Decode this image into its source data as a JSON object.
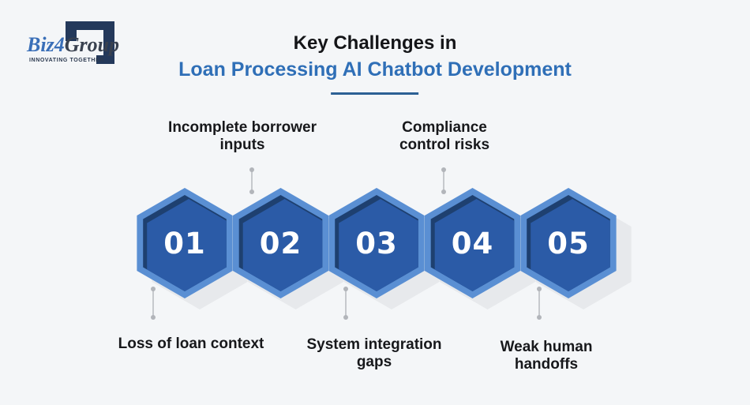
{
  "page": {
    "background_color": "#f4f6f8"
  },
  "logo": {
    "brand_part1": "Biz",
    "brand_part2": "4",
    "brand_part3": "Group",
    "tagline": "INNOVATING TOGETHER",
    "colors": {
      "blue": "#3a6fb8",
      "dark": "#39414f",
      "bracket": "#24395b"
    }
  },
  "title": {
    "line1": "Key Challenges in",
    "line2": "Loan Processing AI Chatbot Development",
    "text_color": "#141518",
    "accent_color": "#2f6fb7",
    "underline_color": "#2c6094"
  },
  "hex_style": {
    "border_color": "#5a8fd3",
    "fill_color": "#2b5ba7",
    "bevel_color": "#1e4070",
    "shadow_color": "#e7e9ec",
    "number_color": "#ffffff"
  },
  "connector_color": "#c6c9cd",
  "challenges": [
    {
      "number": "01",
      "label": "Loss of loan context",
      "lines": [
        "Loss of loan context",
        ""
      ],
      "label_position": "bottom"
    },
    {
      "number": "02",
      "label": "Incomplete borrower inputs",
      "lines": [
        "Incomplete borrower",
        "inputs"
      ],
      "label_position": "top"
    },
    {
      "number": "03",
      "label": "System integration gaps",
      "lines": [
        "System integration",
        "gaps"
      ],
      "label_position": "bottom"
    },
    {
      "number": "04",
      "label": "Compliance control risks",
      "lines": [
        "Compliance",
        "control risks"
      ],
      "label_position": "top"
    },
    {
      "number": "05",
      "label": "Weak human handoffs",
      "lines": [
        "Weak human",
        "handoffs"
      ],
      "label_position": "bottom"
    }
  ]
}
